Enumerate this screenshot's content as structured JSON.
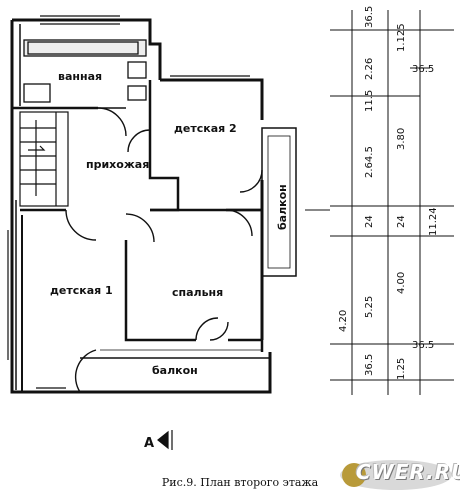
{
  "rooms": {
    "bathroom": "ванная",
    "child1": "детская 1",
    "child2": "детская 2",
    "hall": "прихожая",
    "bedroom": "спальня",
    "balcony_right": "балкон",
    "balcony_bottom": "балкон"
  },
  "section_mark": "А",
  "caption": "Рис.9. План второго этажа",
  "watermark": "CWER.RU",
  "dimensions": {
    "col1": [
      "36.5",
      "1.125",
      "2.26",
      "11.5",
      "2.64.5",
      "24",
      "5.25",
      "4.20",
      "36.5",
      "1.25"
    ],
    "col2": [
      "36.5",
      "3.80",
      "24",
      "4.00",
      "36.5"
    ],
    "col3": [
      "11.24"
    ]
  }
}
